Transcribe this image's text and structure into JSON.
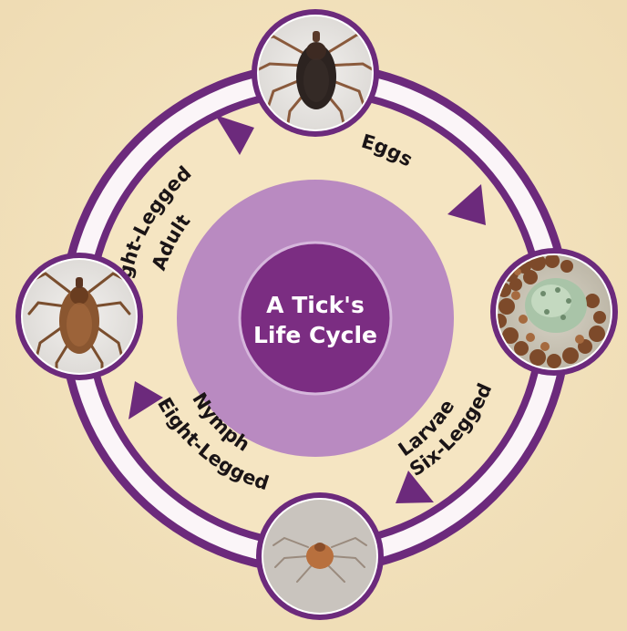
{
  "center": {
    "line1": "A Tick's",
    "line2": "Life Cycle"
  },
  "stages": {
    "adult": {
      "line1": "Eight-Legged",
      "line2": "Adult",
      "image": "adult-female-tick-photo"
    },
    "eggs": {
      "line1": "Eggs",
      "image": "tick-egg-mass-photo"
    },
    "larvae": {
      "line1": "Six-Legged",
      "line2": "Larvae",
      "image": "tick-larva-photo"
    },
    "nymph": {
      "line1": "Eight-Legged",
      "line2": "Nymph",
      "image": "tick-nymph-photo"
    }
  },
  "colors": {
    "background": "#f1dfb9",
    "ring_purple": "#6c2a7c",
    "outer_light_ring": "#fbf5f8",
    "band": "#f5e5c2",
    "middle_disc": "#b98ac1",
    "center_disc": "#7b2d82",
    "arrow": "#6c2a7c"
  },
  "arrows": [
    "adult-to-eggs-arrow",
    "eggs-to-larvae-arrow",
    "larvae-to-nymph-arrow",
    "nymph-to-adult-arrow"
  ]
}
